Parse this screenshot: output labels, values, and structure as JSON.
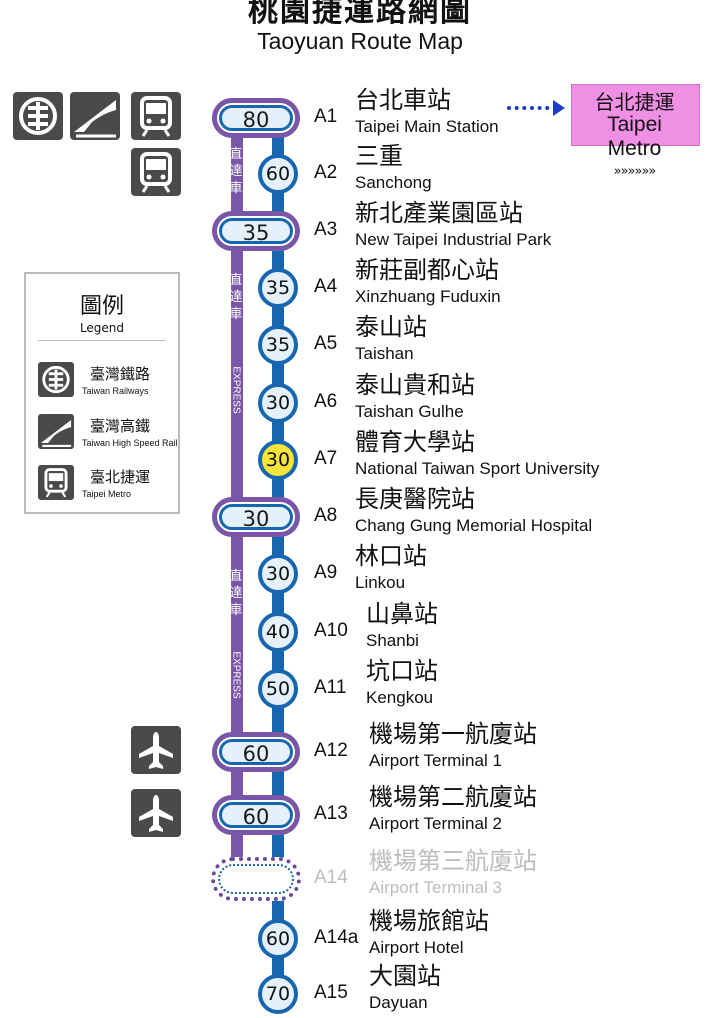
{
  "title": {
    "zh": "桃園捷運路網圖",
    "en": "Taoyuan Route Map"
  },
  "express_label": {
    "zh": "直達車",
    "en": "EXPRESS"
  },
  "transfer": {
    "zh": "台北捷運",
    "en1": "Taipei",
    "en2": "Metro",
    "chevrons": "»»»»»»"
  },
  "legend": {
    "title": "圖例",
    "subtitle": "Legend",
    "items": [
      {
        "zh": "臺灣鐵路",
        "en": "Taiwan Railways",
        "icon": "taiwan-railways-icon"
      },
      {
        "zh": "臺灣高鐵",
        "en": "Taiwan High Speed Rail",
        "icon": "high-speed-rail-icon"
      },
      {
        "zh": "臺北捷運",
        "en": "Taipei Metro",
        "icon": "taipei-metro-icon"
      }
    ]
  },
  "colors": {
    "express": "#7a56a8",
    "local": "#1766b0",
    "highlight": "#f6e43a",
    "metro_box": "#f090e5",
    "arrow": "#1a3fc4",
    "icon_bg": "#4a4a4a"
  },
  "stations": [
    {
      "code": "A1",
      "zh": "台北車站",
      "en": "Taipei Main Station",
      "minutes": "80",
      "express": true,
      "icons": [
        "taiwan-railways-icon",
        "high-speed-rail-icon",
        "taipei-metro-icon"
      ]
    },
    {
      "code": "A2",
      "zh": "三重",
      "en": "Sanchong",
      "minutes": "60",
      "express": false,
      "icons": [
        "taipei-metro-icon"
      ]
    },
    {
      "code": "A3",
      "zh": "新北產業園區站",
      "en": "New Taipei Industrial Park",
      "minutes": "35",
      "express": true
    },
    {
      "code": "A4",
      "zh": "新莊副都心站",
      "en": "Xinzhuang Fuduxin",
      "minutes": "35",
      "express": false
    },
    {
      "code": "A5",
      "zh": "泰山站",
      "en": "Taishan",
      "minutes": "35",
      "express": false
    },
    {
      "code": "A6",
      "zh": "泰山貴和站",
      "en": "Taishan Gulhe",
      "minutes": "30",
      "express": false
    },
    {
      "code": "A7",
      "zh": "體育大學站",
      "en": "National Taiwan Sport University",
      "minutes": "30",
      "express": false,
      "highlight": true
    },
    {
      "code": "A8",
      "zh": "長庚醫院站",
      "en": "Chang Gung Memorial Hospital",
      "minutes": "30",
      "express": true
    },
    {
      "code": "A9",
      "zh": "林口站",
      "en": "Linkou",
      "minutes": "30",
      "express": false
    },
    {
      "code": "A10",
      "zh": "山鼻站",
      "en": "Shanbi",
      "minutes": "40",
      "express": false
    },
    {
      "code": "A11",
      "zh": "坑口站",
      "en": "Kengkou",
      "minutes": "50",
      "express": false
    },
    {
      "code": "A12",
      "zh": "機場第一航廈站",
      "en": "Airport Terminal 1",
      "minutes": "60",
      "express": true,
      "icons": [
        "airplane-icon"
      ]
    },
    {
      "code": "A13",
      "zh": "機場第二航廈站",
      "en": "Airport Terminal 2",
      "minutes": "60",
      "express": true,
      "icons": [
        "airplane-icon"
      ]
    },
    {
      "code": "A14",
      "zh": "機場第三航廈站",
      "en": "Airport Terminal 3",
      "minutes": "",
      "express": true,
      "future": true
    },
    {
      "code": "A14a",
      "zh": "機場旅館站",
      "en": "Airport Hotel",
      "minutes": "60",
      "express": false
    },
    {
      "code": "A15",
      "zh": "大園站",
      "en": "Dayuan",
      "minutes": "70",
      "express": false
    }
  ]
}
